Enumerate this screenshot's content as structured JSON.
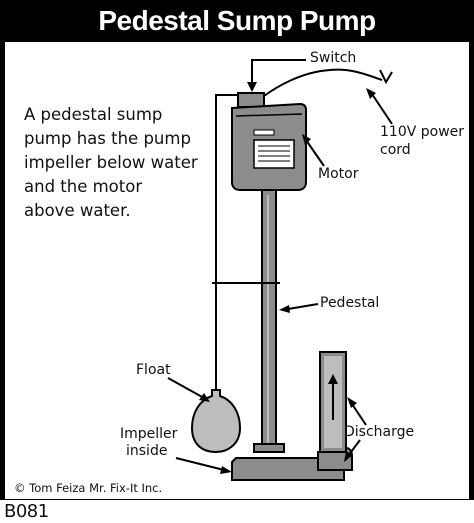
{
  "title": "Pedestal Sump Pump",
  "description_lines": [
    "A pedestal sump",
    "pump has the pump",
    "impeller below water",
    "and the motor",
    "above water."
  ],
  "labels": {
    "switch": "Switch",
    "power_cord_line1": "110V power",
    "power_cord_line2": "cord",
    "motor": "Motor",
    "pedestal": "Pedestal",
    "float": "Float",
    "discharge": "Discharge",
    "impeller_line1": "Impeller",
    "impeller_line2": "inside"
  },
  "copyright": "© Tom Feiza Mr. Fix-It Inc.",
  "code": "B081",
  "colors": {
    "frame": "#000000",
    "pump_gray": "#8c8c8c",
    "pump_dark": "#4a4a4a",
    "float_gray": "#bdbdbd"
  }
}
